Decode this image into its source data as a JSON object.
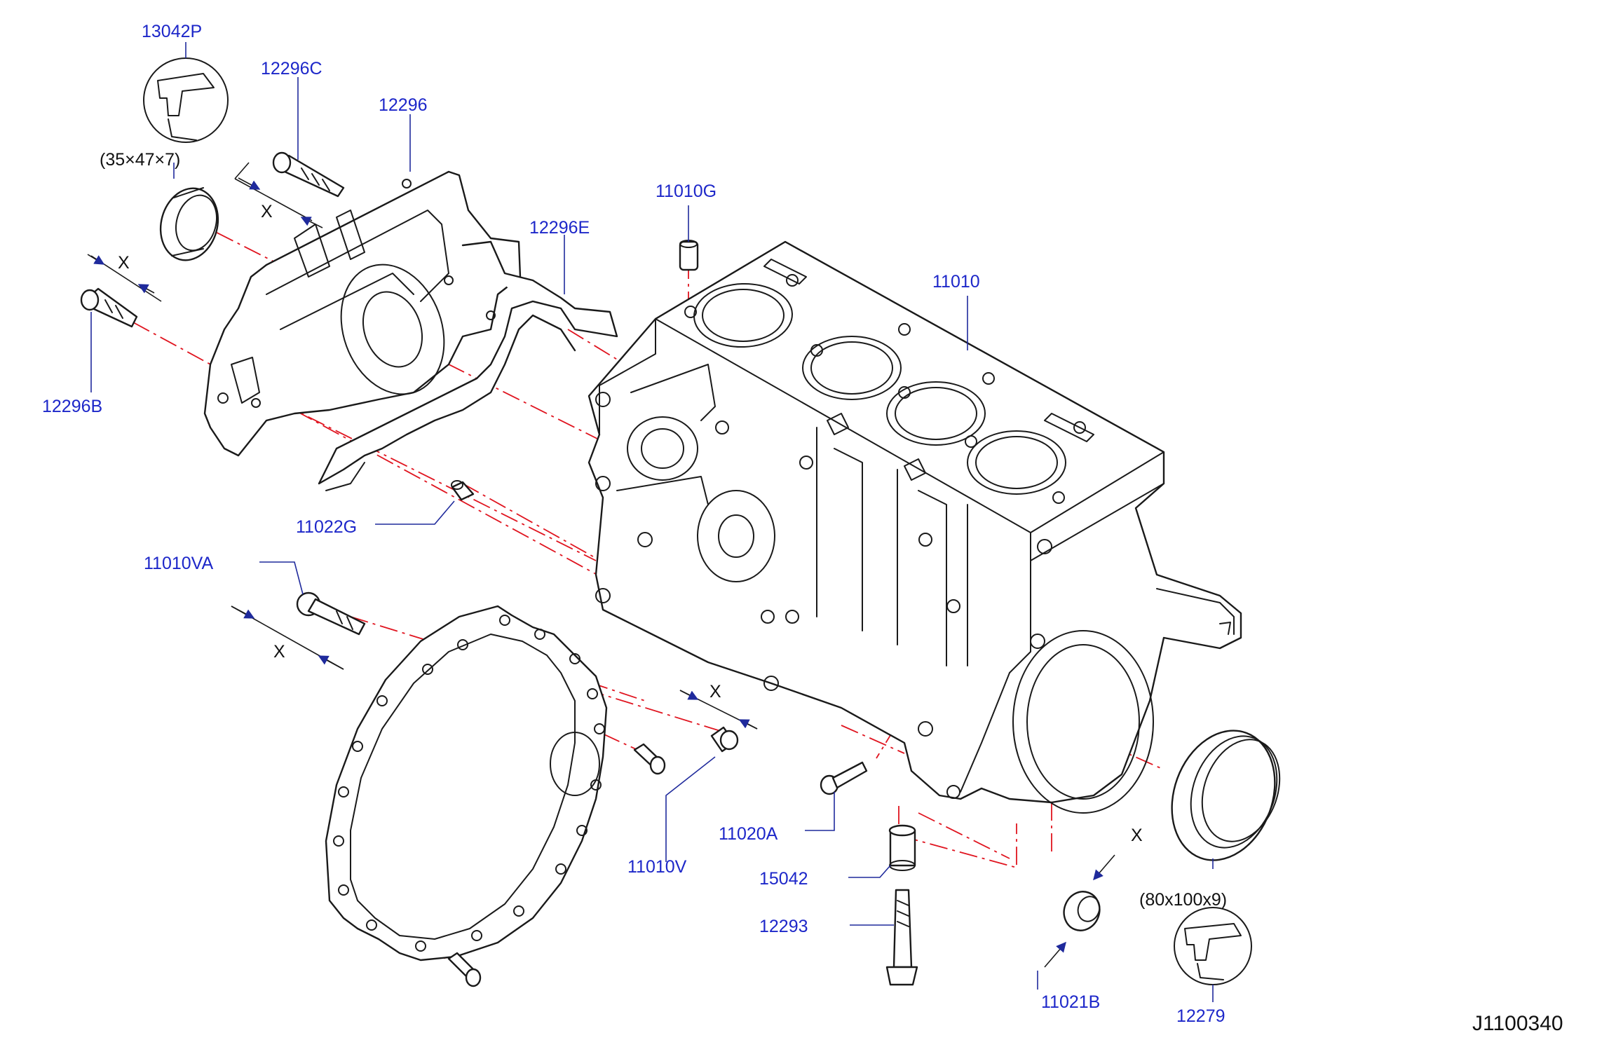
{
  "diagram_code": "J1100340",
  "colors": {
    "label": "#1d27c9",
    "centerline": "#e0141f",
    "arrow": "#1f2a9c",
    "line": "#1a1a1a"
  },
  "dimension_marker": "X",
  "labels": {
    "p13042P": "13042P",
    "p12296C": "12296C",
    "p12296": "12296",
    "p12296E": "12296E",
    "p12296B": "12296B",
    "p11010G": "11010G",
    "p11010": "11010",
    "p11022G": "11022G",
    "p11010VA": "11010VA",
    "p11010V": "11010V",
    "p11020A": "11020A",
    "p15042": "15042",
    "p12293": "12293",
    "p11021B": "11021B",
    "p12279": "12279"
  },
  "seal_sizes": {
    "front_seal": "(35×47×7)",
    "rear_seal": "(80x100x9)"
  }
}
